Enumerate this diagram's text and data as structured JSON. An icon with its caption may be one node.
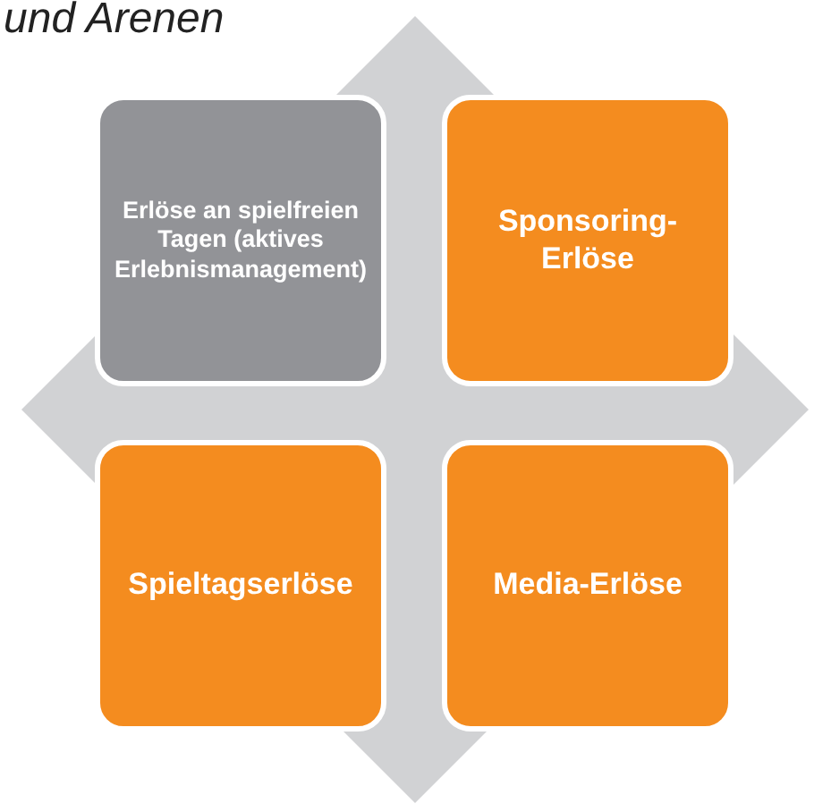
{
  "diagram": {
    "title": "und Arenen",
    "nodes": [
      {
        "text": [
          "Erlöse an spielfreien Tagen (aktives Erlebnismanagement)"
        ]
      },
      {
        "text": [
          "Sponsoring-Erlöse"
        ]
      },
      {
        "text": [
          "Spieltagserlöse"
        ]
      },
      {
        "text": [
          "Media-Erlöse"
        ]
      }
    ]
  }
}
